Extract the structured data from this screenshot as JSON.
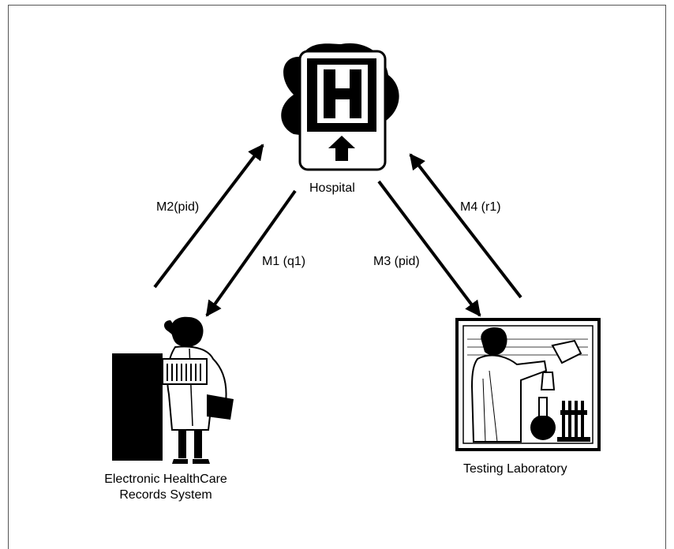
{
  "nodes": {
    "hospital": {
      "label": "Hospital",
      "sign_letter": "H"
    },
    "ehr": {
      "label_line1": "Electronic HealthCare",
      "label_line2": "Records System"
    },
    "lab": {
      "label": "Testing Laboratory"
    }
  },
  "messages": {
    "m1": "M1 (q1)",
    "m2": "M2(pid)",
    "m3": "M3 (pid)",
    "m4": "M4 (r1)"
  }
}
